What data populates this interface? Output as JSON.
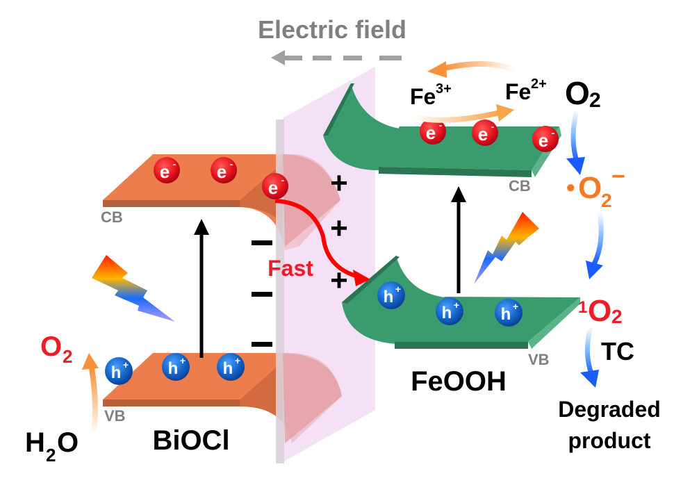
{
  "title": "Electric field",
  "materials": {
    "left": "BiOCl",
    "right": "FeOOH"
  },
  "band_labels": {
    "cb": "CB",
    "vb": "VB"
  },
  "carriers": {
    "electron": {
      "base": "e",
      "sup": "-"
    },
    "hole": {
      "base": "h",
      "sup": "+"
    }
  },
  "interface": {
    "positive_sign": "+",
    "negative_sign": "−",
    "transfer_label": "Fast"
  },
  "redox": {
    "fe3": {
      "base": "Fe",
      "sup": "3+"
    },
    "fe2": {
      "base": "Fe",
      "sup": "2+"
    }
  },
  "species": {
    "o2_top": {
      "base": "O",
      "sub": "2"
    },
    "superoxide": {
      "dot": "•",
      "base": "O",
      "sub": "2",
      "sup": "−"
    },
    "singlet_o2": {
      "pre": "1",
      "base": "O",
      "sub": "2"
    },
    "tc": "TC",
    "degraded_line1": "Degraded",
    "degraded_line2": "product",
    "o2_left": {
      "base": "O",
      "sub": "2"
    },
    "h2o": {
      "base": "H",
      "sub": "2",
      "tail": "O"
    }
  },
  "colors": {
    "biocl": "#ee7d4e",
    "biocl_dark": "#b85e3a",
    "feooh": "#3a9b6e",
    "feooh_dark": "#2a7653",
    "interface_plane": "#f3d9f3",
    "electron": "#e8141e",
    "hole": "#1463c8",
    "red_text": "#ee1c24",
    "orange_text": "#f47920",
    "gray_text": "#808080",
    "fast_arrow": "#ff0000"
  }
}
